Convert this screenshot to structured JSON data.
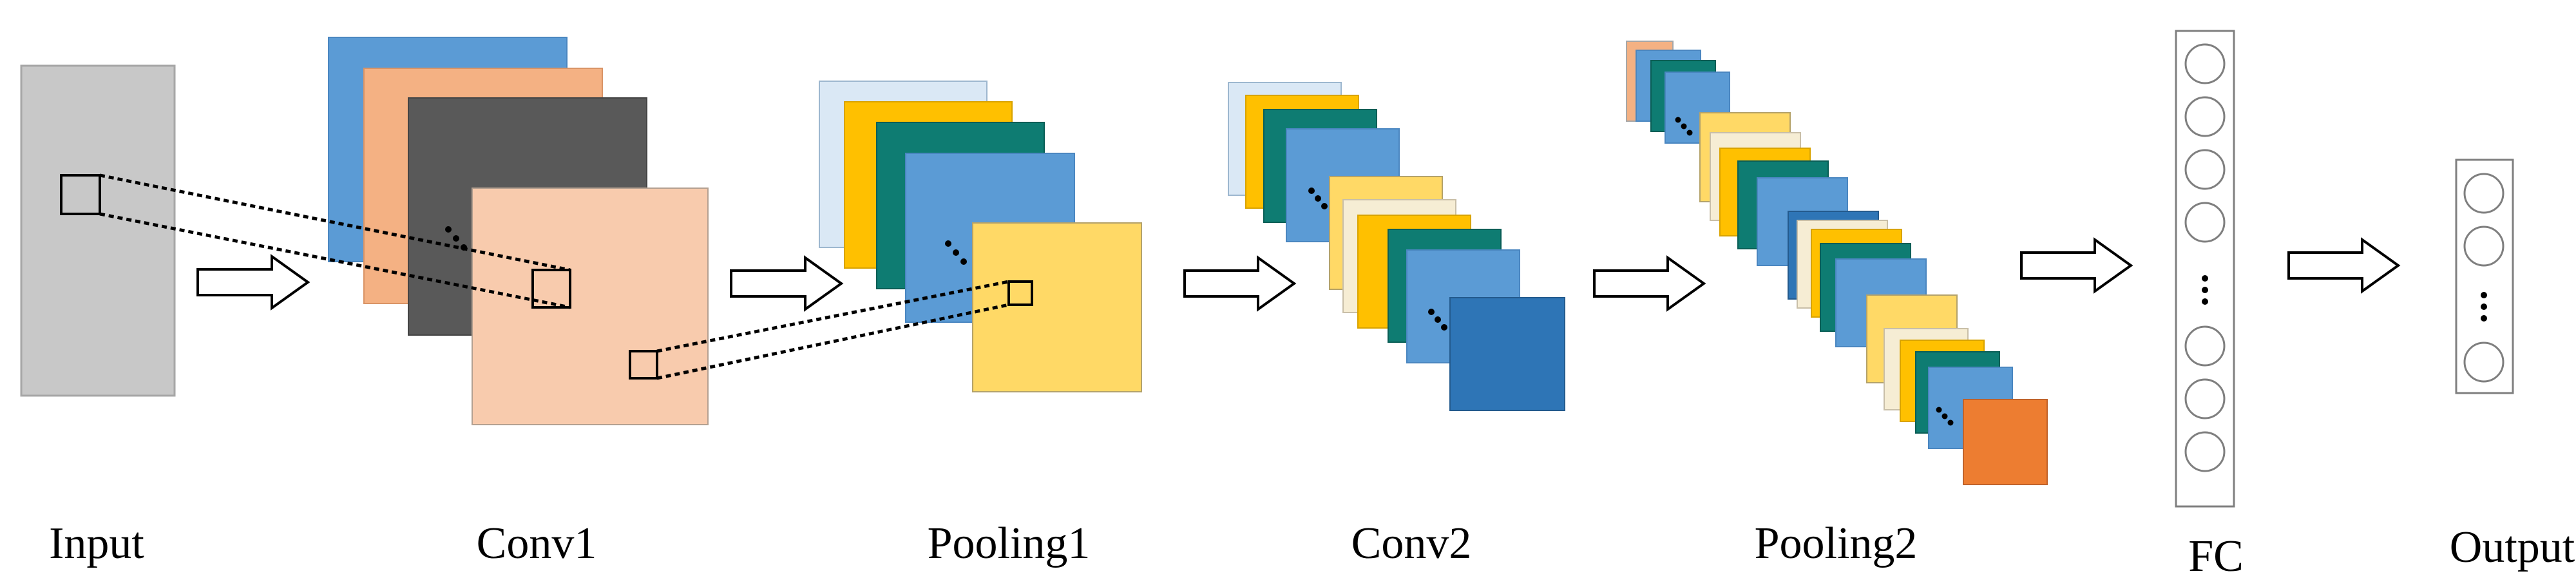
{
  "stages": [
    {
      "id": "input",
      "label": "Input"
    },
    {
      "id": "conv1",
      "label": "Conv1"
    },
    {
      "id": "pooling1",
      "label": "Pooling1"
    },
    {
      "id": "conv2",
      "label": "Conv2"
    },
    {
      "id": "pooling2",
      "label": "Pooling2"
    },
    {
      "id": "fc",
      "label": "FC"
    },
    {
      "id": "output",
      "label": "Output"
    }
  ],
  "fc_layer": {
    "neurons_above_ellipsis": 4,
    "neurons_below_ellipsis": 3
  },
  "output_layer": {
    "neurons_above_ellipsis": 2,
    "neurons_below_ellipsis": 1
  },
  "colors": {
    "input_gray": "#c8c8c8",
    "blue": "#5b9bd5",
    "peach": "#f4b183",
    "dark_gray": "#595959",
    "light_peach": "#f8cbad",
    "light_blue": "#dae8f5",
    "gold": "#ffc000",
    "teal": "#0e7c72",
    "yellow": "#ffd966",
    "cream": "#f6edd4",
    "deep_blue": "#2e75b6",
    "orange": "#ed7d31"
  }
}
